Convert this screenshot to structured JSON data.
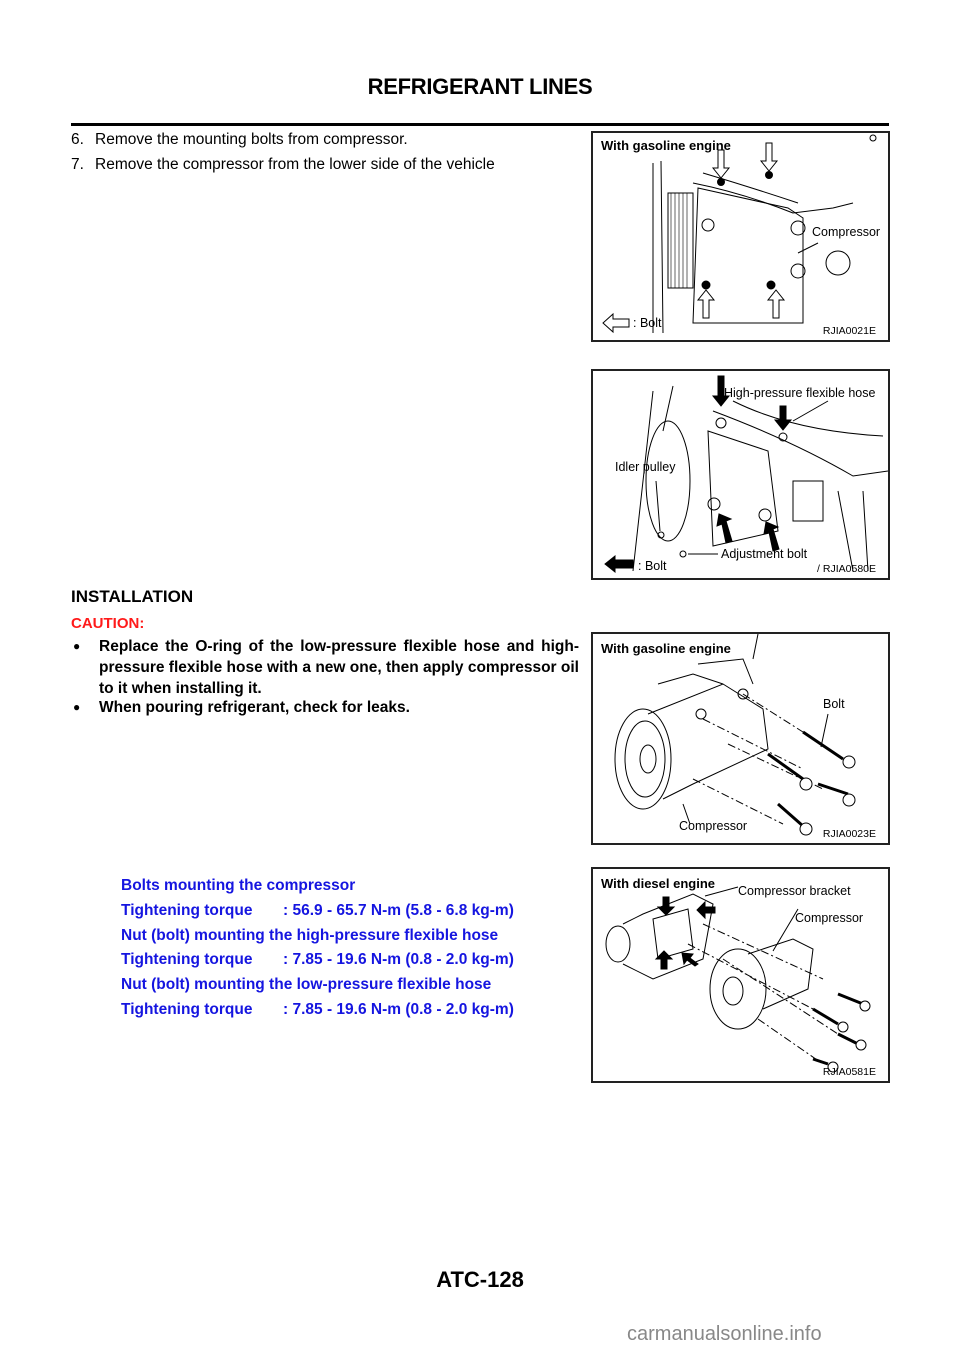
{
  "header": {
    "title": "REFRIGERANT LINES"
  },
  "removal_steps": [
    {
      "num": "6.",
      "text": "Remove the mounting bolts from compressor."
    },
    {
      "num": "7.",
      "text": "Remove the compressor from the lower side of the vehicle"
    }
  ],
  "installation": {
    "heading": "INSTALLATION",
    "caution_label": "CAUTION:",
    "caution_color": "#ff1a1a",
    "bullets": [
      "Replace the O-ring of the low-pressure flexible hose and high-pressure flexible hose with a new one, then apply compressor oil to it when installing it.",
      "When pouring refrigerant, check for leaks."
    ]
  },
  "torque_specs": {
    "color": "#1515e0",
    "items": [
      {
        "heading": "Bolts mounting the compressor",
        "label": "Tightening torque",
        "value": ": 56.9 - 65.7 N-m (5.8 - 6.8 kg-m)"
      },
      {
        "heading": "Nut (bolt) mounting the high-pressure flexible hose",
        "label": "Tightening torque",
        "value": ": 7.85 - 19.6 N-m (0.8 - 2.0 kg-m)"
      },
      {
        "heading": "Nut (bolt) mounting the low-pressure flexible hose",
        "label": "Tightening torque",
        "value": ": 7.85 - 19.6 N-m (0.8 - 2.0 kg-m)"
      }
    ]
  },
  "figures": [
    {
      "caption": "With gasoline engine",
      "labels": [
        "Compressor",
        ": Bolt"
      ],
      "code": "RJIA0021E"
    },
    {
      "caption": "",
      "labels": [
        "High-pressure flexible hose",
        "Idler pulley",
        "Adjustment bolt",
        ": Bolt"
      ],
      "code": "/ RJIA0580E"
    },
    {
      "caption": "With gasoline engine",
      "labels": [
        "Bolt",
        "Compressor"
      ],
      "code": "RJIA0023E"
    },
    {
      "caption": "With diesel engine",
      "labels": [
        "Compressor bracket",
        "Compressor"
      ],
      "code": "RJIA0581E"
    }
  ],
  "footer": {
    "page_number": "ATC-128",
    "watermark": "carmanualsonline.info"
  }
}
